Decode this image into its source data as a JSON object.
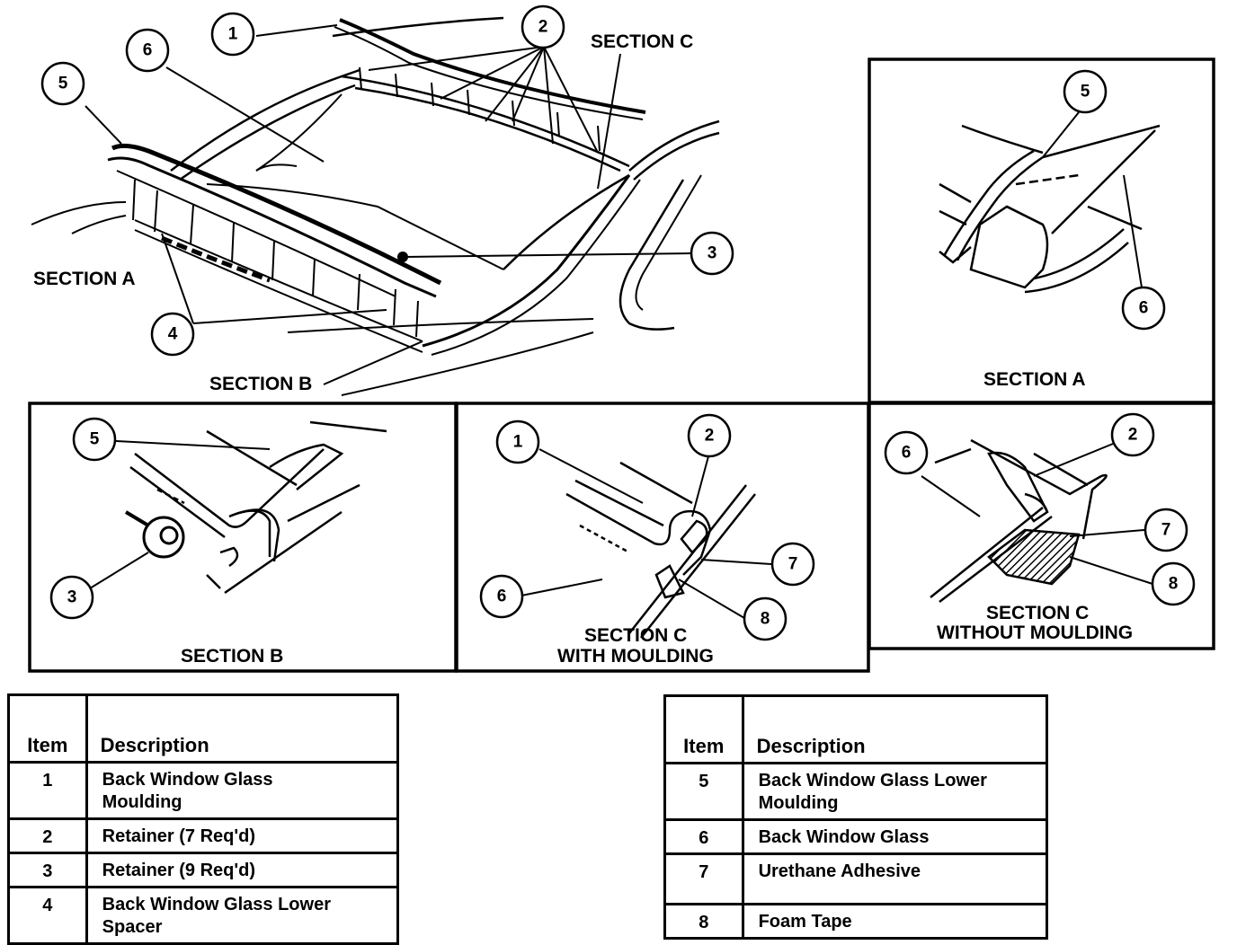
{
  "diagram": {
    "callouts": {
      "main_1": "1",
      "main_2": "2",
      "main_3": "3",
      "main_4": "4",
      "main_5": "5",
      "main_6": "6",
      "secA_5": "5",
      "secA_6": "6",
      "secB_5": "5",
      "secB_3": "3",
      "secCw_1": "1",
      "secCw_2": "2",
      "secCw_6": "6",
      "secCw_7": "7",
      "secCw_8": "8",
      "secCwo_6": "6",
      "secCwo_2": "2",
      "secCwo_7": "7",
      "secCwo_8": "8"
    },
    "labels": {
      "section_a_main": "SECTION A",
      "section_b_main": "SECTION B",
      "section_c_main": "SECTION C",
      "section_a_panel": "SECTION A",
      "section_b_panel": "SECTION B",
      "section_c_with_line1": "SECTION C",
      "section_c_with_line2": "WITH MOULDING",
      "section_c_without_line1": "SECTION C",
      "section_c_without_line2": "WITHOUT MOULDING"
    }
  },
  "tables": {
    "left": {
      "header_item": "Item",
      "header_description": "Description",
      "rows": [
        {
          "item": "1",
          "lines": [
            "Back Window Glass",
            "Moulding"
          ]
        },
        {
          "item": "2",
          "lines": [
            "Retainer (7 Req'd)"
          ]
        },
        {
          "item": "3",
          "lines": [
            "Retainer (9 Req'd)"
          ]
        },
        {
          "item": "4",
          "lines": [
            "Back Window Glass Lower",
            "Spacer"
          ]
        }
      ]
    },
    "right": {
      "header_item": "Item",
      "header_description": "Description",
      "rows": [
        {
          "item": "5",
          "lines": [
            "Back Window Glass Lower",
            "Moulding"
          ]
        },
        {
          "item": "6",
          "lines": [
            "Back Window Glass"
          ]
        },
        {
          "item": "7",
          "lines": [
            "Urethane Adhesive"
          ]
        },
        {
          "item": "8",
          "lines": [
            "Foam Tape"
          ]
        }
      ]
    }
  }
}
